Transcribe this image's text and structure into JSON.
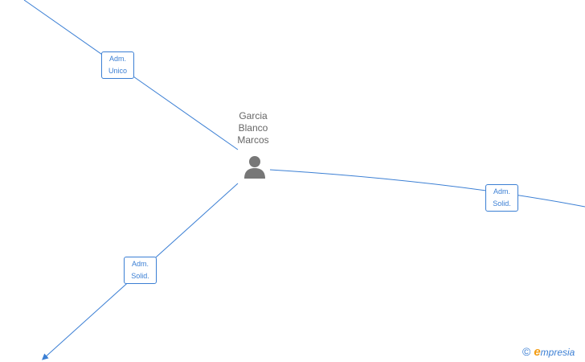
{
  "graph": {
    "center_person": {
      "name_lines": [
        "Garcia",
        "Blanco",
        "Marcos"
      ],
      "icon": "person-icon"
    },
    "relations": [
      {
        "id": "unico",
        "label_lines": [
          "Adm.",
          "Unico"
        ]
      },
      {
        "id": "solid_right",
        "label_lines": [
          "Adm.",
          "Solid."
        ]
      },
      {
        "id": "solid_left",
        "label_lines": [
          "Adm.",
          "Solid."
        ]
      }
    ]
  },
  "brand": {
    "symbol": "©",
    "first_letter": "e",
    "rest": "mpresia"
  },
  "colors": {
    "edge": "#3b7fd4",
    "text_gray": "#666666",
    "brand_orange": "#f39c12"
  }
}
